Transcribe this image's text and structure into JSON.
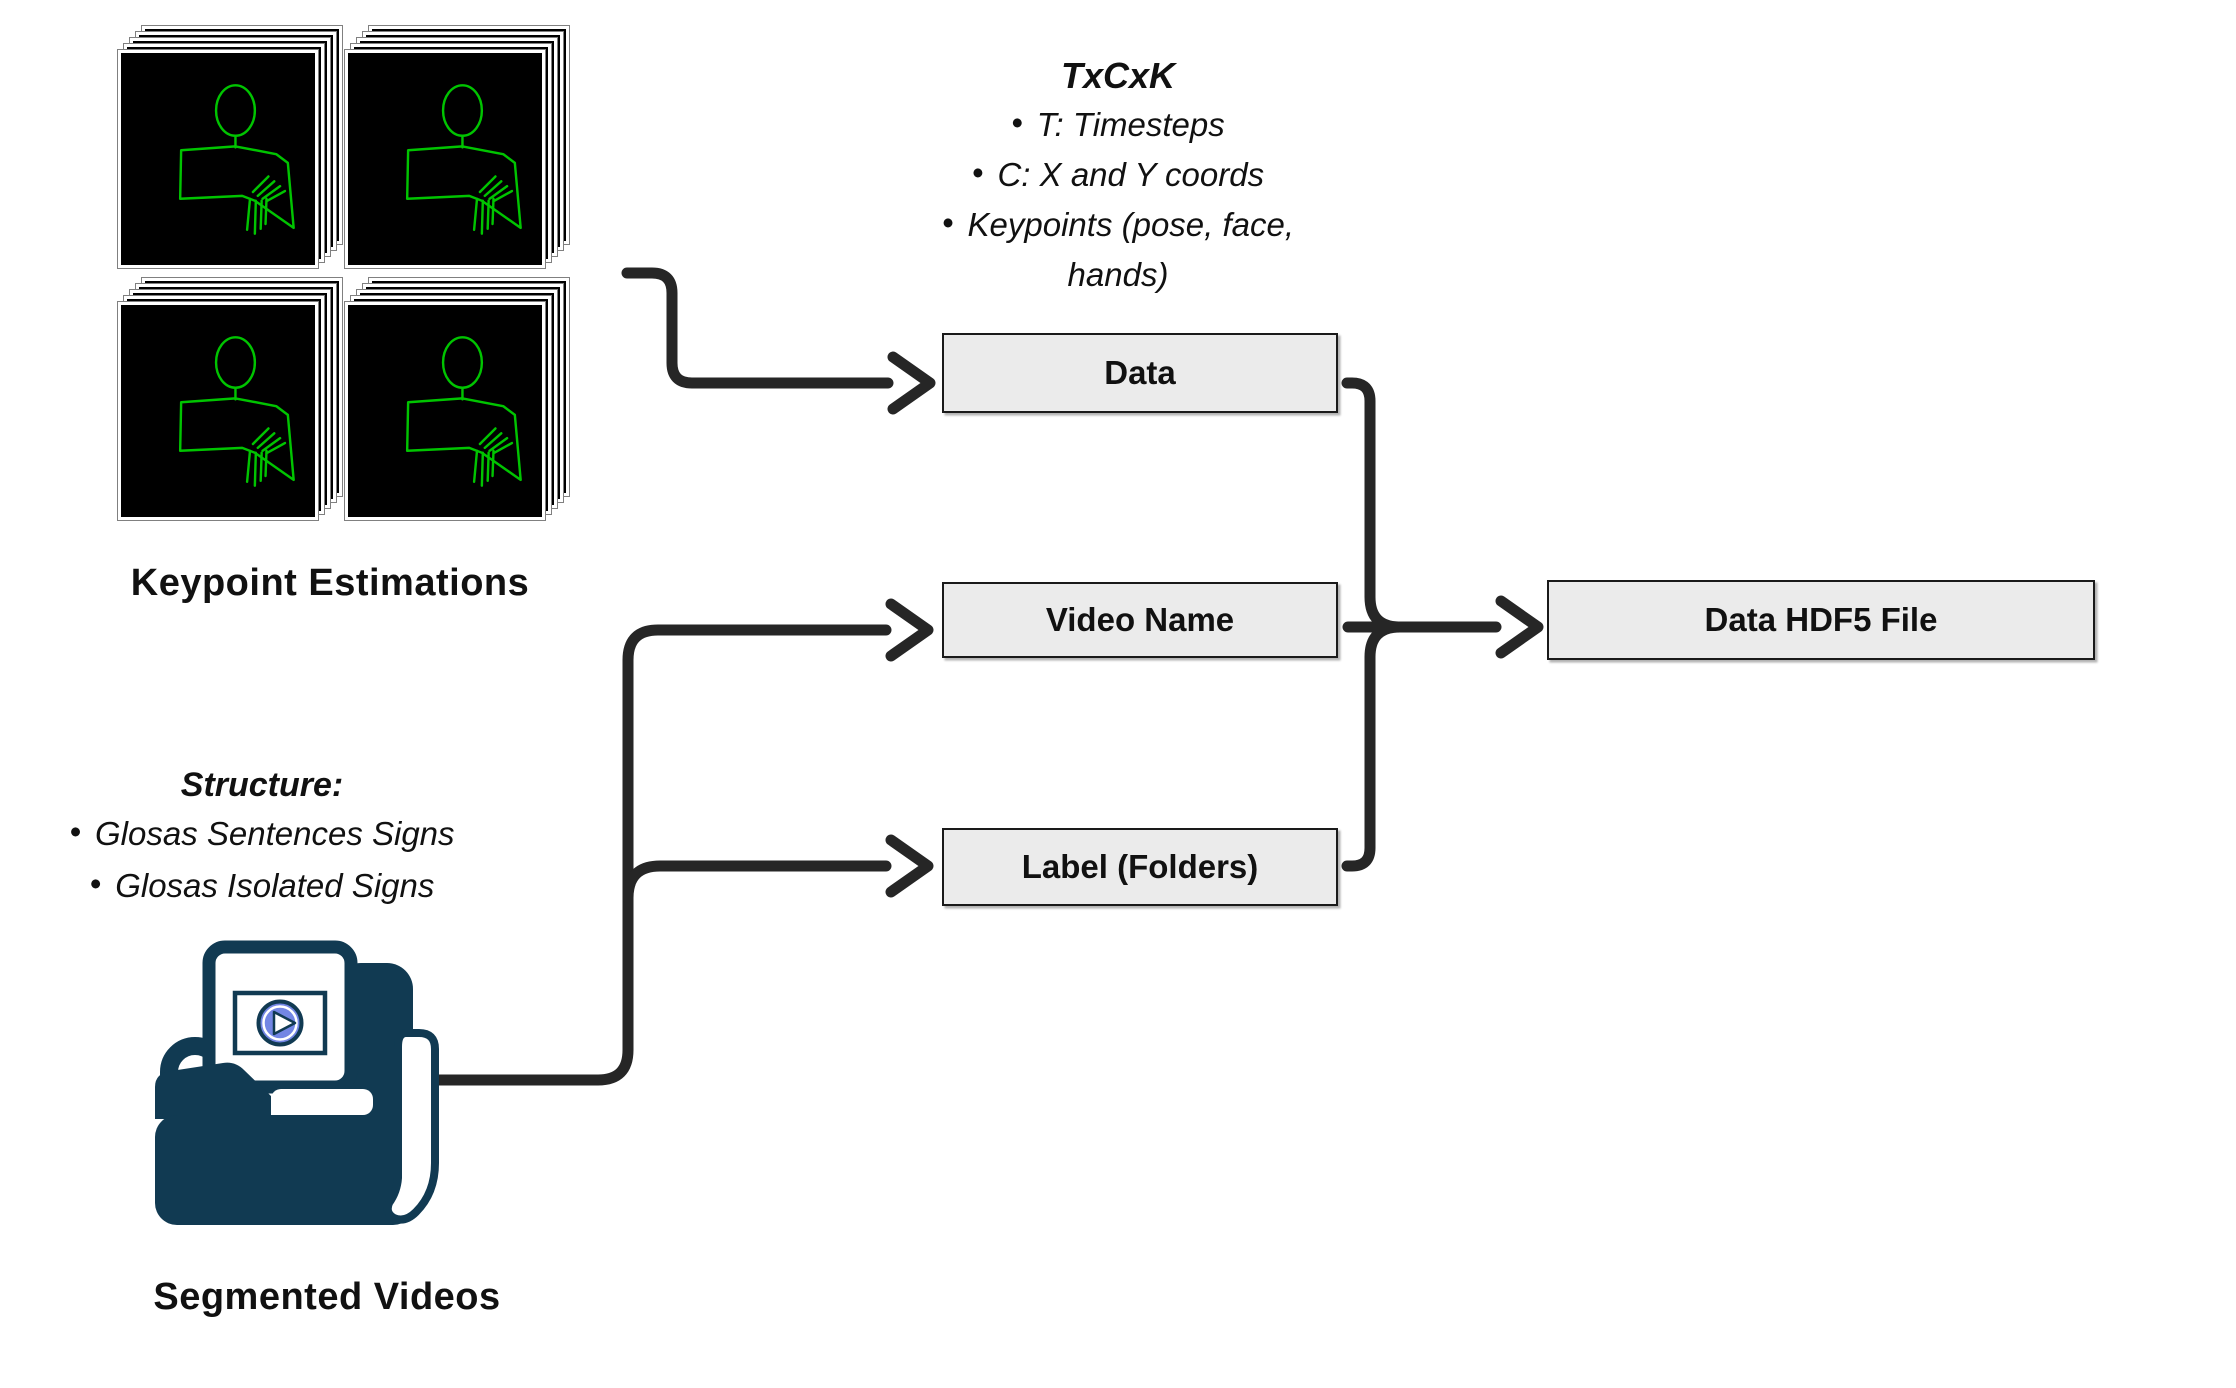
{
  "keypoints_group": {
    "label": "Keypoint Estimations"
  },
  "shape_note": {
    "title": "TxCxK",
    "bullet": "•",
    "items": [
      "T: Timesteps",
      "C: X and Y coords",
      "Keypoints (pose, face, hands)"
    ]
  },
  "nodes": {
    "data": "Data",
    "video_name": "Video Name",
    "label_folders": "Label (Folders)",
    "output": "Data HDF5 File"
  },
  "videos_group": {
    "structure_title": "Structure:",
    "bullet": "•",
    "structure_items": [
      "Glosas Sentences Signs",
      "Glosas Isolated Signs"
    ],
    "label": "Segmented Videos"
  },
  "colors": {
    "arrow": "#262626",
    "box_fill": "#ebebeb",
    "box_border": "#1a1a1a",
    "folder_navy": "#113a52",
    "keypoint_green": "#00c400",
    "play_blue": "#7386e4",
    "frame_bg": "#000000"
  }
}
